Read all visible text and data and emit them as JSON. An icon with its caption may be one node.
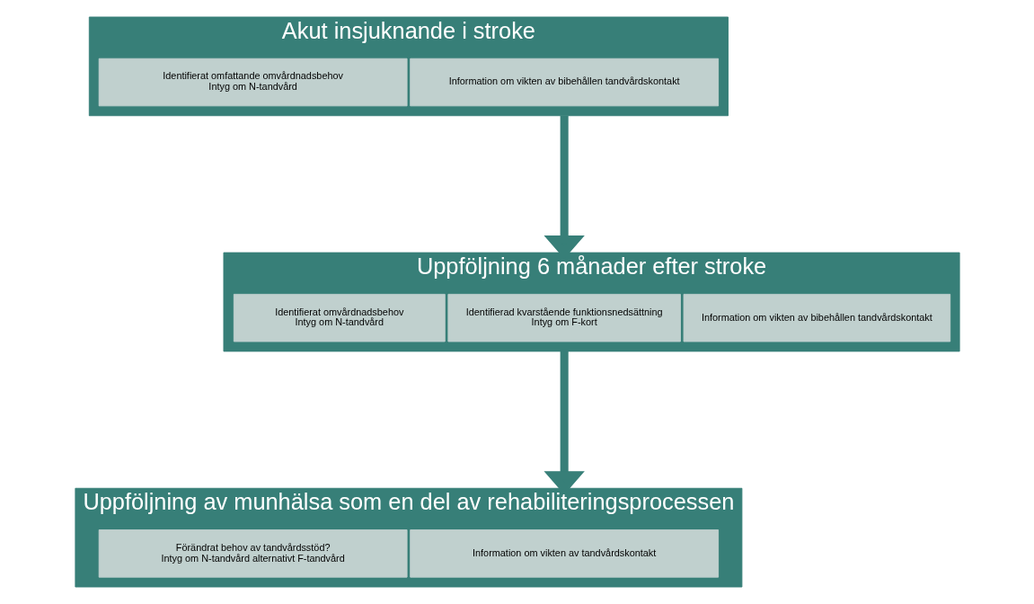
{
  "diagram": {
    "nodes": [
      {
        "text": [
          "Akut insjuknande i stroke"
        ]
      },
      {
        "text": [
          "Identifierat omfattande omvårdnadsbehov",
          "Intyg om N-tandvård"
        ],
        "in": 0
      },
      {
        "text": [
          "Information om vikten av bibehållen tandvårdskontakt"
        ],
        "in": 0
      },
      {
        "text": [
          "Uppföljning 6 månader efter stroke"
        ]
      },
      {
        "text": [
          "Identifierat omvårdnadsbehov",
          "Intyg om N-tandvård"
        ],
        "in": 3
      },
      {
        "text": [
          "Identifierad kvarstående funktionsnedsättning",
          "Intyg om F-kort"
        ],
        "in": 3
      },
      {
        "text": [
          "Information om vikten av bibehållen tandvårdskontakt"
        ],
        "in": 3
      },
      {
        "text": [
          "Uppföljning av munhälsa som en del av rehabiliteringsprocessen"
        ]
      },
      {
        "text": [
          "Förändrat behov av tandvårdsstöd?",
          "Intyg om N-tandvård alternativt F-tandvård"
        ],
        "in": 7
      },
      {
        "text": [
          "Information om vikten av tandvårdskontakt"
        ],
        "in": 7
      }
    ],
    "edges": [
      {
        "from": 0,
        "to": 3,
        "arrow": "to"
      },
      {
        "from": 3,
        "to": 7,
        "arrow": "to"
      }
    ]
  }
}
